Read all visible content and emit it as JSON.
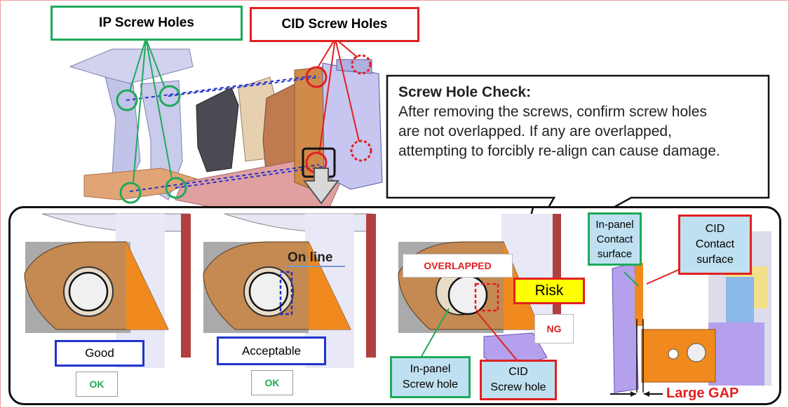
{
  "labels": {
    "ip_screw_holes": "IP Screw Holes",
    "cid_screw_holes": "CID Screw Holes",
    "online": "On line",
    "overlapped": "OVERLAPPED",
    "risk": "Risk",
    "ng": "NG",
    "good": "Good",
    "acceptable": "Acceptable",
    "ok1": "OK",
    "ok2": "OK",
    "inpanel_screw_hole_1": "In-panel",
    "inpanel_screw_hole_2": "Screw hole",
    "cid_screw_hole_1": "CID",
    "cid_screw_hole_2": "Screw hole",
    "inpanel_contact_1": "In-panel",
    "inpanel_contact_2": "Contact",
    "inpanel_contact_3": "surface",
    "cid_contact_1": "CID",
    "cid_contact_2": "Contact",
    "cid_contact_3": "surface",
    "large_gap": "Large GAP"
  },
  "callout": {
    "title": "Screw Hole Check:",
    "line1": "After removing the screws, confirm screw holes",
    "line2": "are not overlapped.  If any are overlapped,",
    "line3": "attempting to forcibly re-align can cause damage."
  },
  "colors": {
    "green": "#1faa5a",
    "red": "#e02020",
    "blue": "#2233cc",
    "risk_yellow": "#ffff00",
    "label_lightblue": "#bfe0f0",
    "bracket_orange": "#f08a1e",
    "washer": "#c48a52"
  }
}
